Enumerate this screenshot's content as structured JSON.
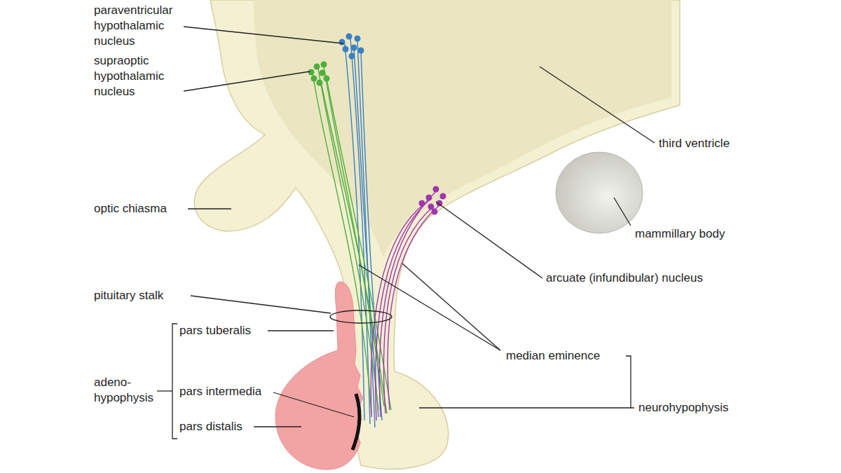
{
  "diagram": {
    "labels": [
      "paraventricular hypothalamic nucleus",
      "supraoptic hypothalamic nucleus",
      "optic chiasma",
      "pituitary stalk",
      "pars tuberalis",
      "adeno-hypophysis",
      "pars intermedia",
      "pars distalis",
      "third ventricle",
      "mammillary body",
      "arcuate (infundibular) nucleus",
      "median eminence",
      "neurohypophysis"
    ]
  }
}
